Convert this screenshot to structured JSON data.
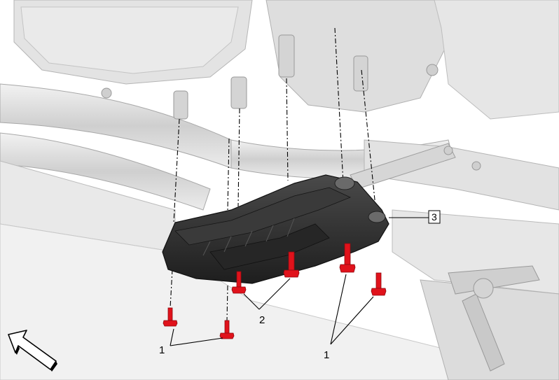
{
  "diagram": {
    "callouts": {
      "label_1_left": "1",
      "label_2": "2",
      "label_1_right": "1",
      "label_3": "3"
    },
    "icons": {
      "direction_arrow": "front-direction-arrow-icon",
      "bolt": "bolt-icon"
    },
    "colors": {
      "bolt": "#e0121b",
      "bolt_dark": "#8e0a10",
      "bracket": "#2d2d2d",
      "bracket_light": "#5a5a5a",
      "background_parts": "#d9d9d9",
      "outline": "#9a9a9a"
    }
  }
}
